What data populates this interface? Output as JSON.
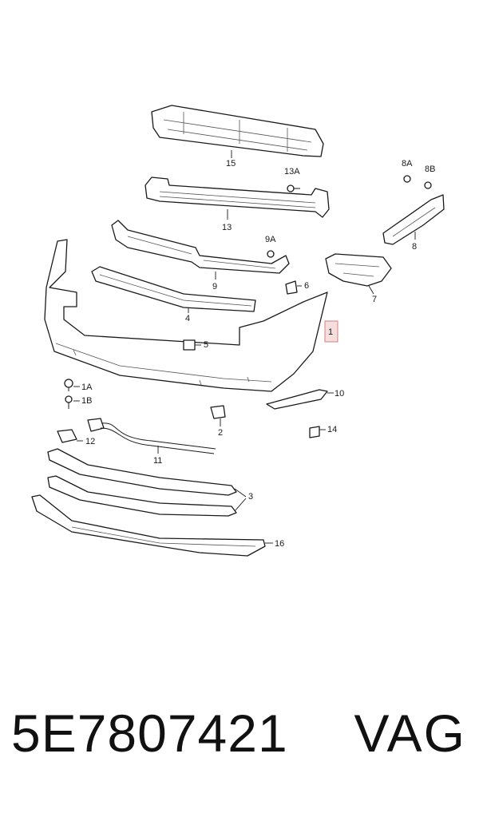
{
  "labels": {
    "p1": "1",
    "p1A": "1A",
    "p1B": "1B",
    "p2": "2",
    "p3": "3",
    "p4": "4",
    "p5": "5",
    "p6": "6",
    "p7": "7",
    "p8": "8",
    "p8A": "8A",
    "p8B": "8B",
    "p9": "9",
    "p9A": "9A",
    "p10": "10",
    "p11": "11",
    "p12": "12",
    "p13": "13",
    "p13A": "13A",
    "p14": "14",
    "p15": "15",
    "p16": "16"
  },
  "footer": {
    "part_number": "5E7807421",
    "brand": "VAG"
  },
  "colors": {
    "highlight": "#f6dede",
    "line": "#1a1a1a"
  }
}
